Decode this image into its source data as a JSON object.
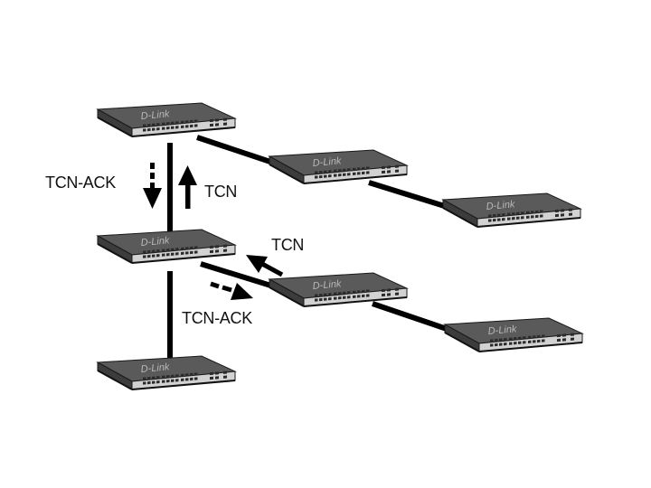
{
  "diagram": {
    "switch_brand": "D-Link",
    "labels": {
      "tcn_ack_top": "TCN-ACK",
      "tcn_top": "TCN",
      "tcn_right": "TCN",
      "tcn_ack_bottom": "TCN-ACK"
    },
    "switches": [
      {
        "id": "root"
      },
      {
        "id": "upper-right"
      },
      {
        "id": "far-upper-right"
      },
      {
        "id": "middle"
      },
      {
        "id": "lower-right"
      },
      {
        "id": "far-lower-right"
      },
      {
        "id": "bottom"
      }
    ],
    "links": [
      {
        "from": "root",
        "to": "middle"
      },
      {
        "from": "middle",
        "to": "bottom"
      },
      {
        "from": "root",
        "to": "upper-right"
      },
      {
        "from": "upper-right",
        "to": "far-upper-right"
      },
      {
        "from": "middle",
        "to": "lower-right"
      },
      {
        "from": "lower-right",
        "to": "far-lower-right"
      }
    ],
    "colors": {
      "switch_top": "#595959",
      "switch_front": "#cfcfcf",
      "link": "#000000",
      "text": "#111111"
    }
  }
}
